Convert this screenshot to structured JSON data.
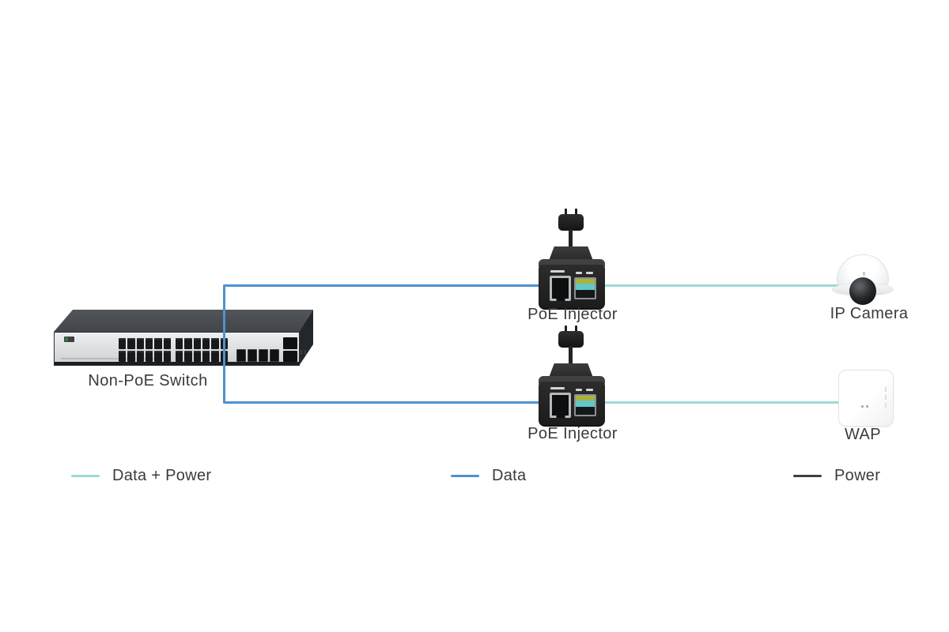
{
  "diagram": {
    "nodes": {
      "switch": {
        "label": "Non-PoE Switch"
      },
      "injector1": {
        "label": "PoE Injector"
      },
      "injector2": {
        "label": "PoE Injector"
      },
      "camera": {
        "label": "IP Camera"
      },
      "wap": {
        "label": "WAP"
      }
    },
    "connections": [
      {
        "from": "Non-PoE Switch",
        "to": "PoE Injector (top)",
        "type": "Data"
      },
      {
        "from": "Non-PoE Switch",
        "to": "PoE Injector (bottom)",
        "type": "Data"
      },
      {
        "from": "PoE Injector (top)",
        "to": "IP Camera",
        "type": "Data + Power"
      },
      {
        "from": "PoE Injector (bottom)",
        "to": "WAP",
        "type": "Data + Power"
      }
    ],
    "colors": {
      "data": "#4e92cf",
      "data_power": "#9cdad6",
      "power": "#3f3f3f",
      "label_text": "#3b3b3b"
    }
  },
  "legend": {
    "items": [
      {
        "label": "Data + Power",
        "color": "#9cdad6"
      },
      {
        "label": "Data",
        "color": "#4e92cf"
      },
      {
        "label": "Power",
        "color": "#3f3f3f"
      }
    ]
  }
}
